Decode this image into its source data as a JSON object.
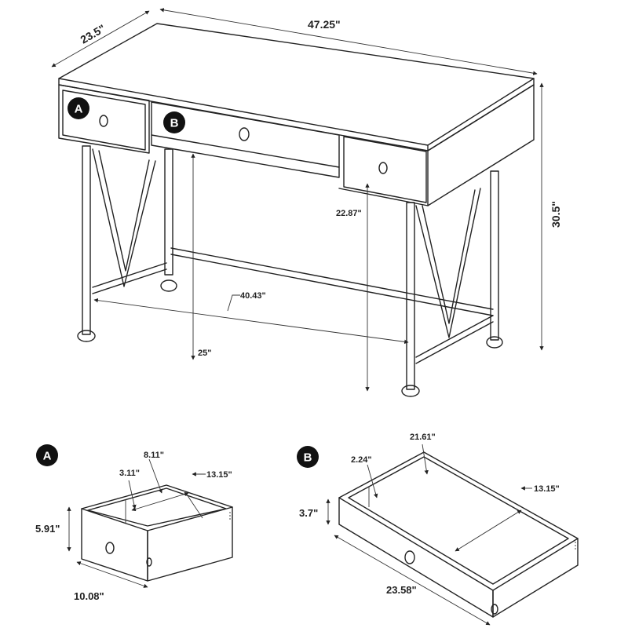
{
  "desk": {
    "depth": "23.5\"",
    "width": "47.25\"",
    "height": "30.5\"",
    "knee_height": "22.87\"",
    "crossbar_width": "40.43\"",
    "shelf_height": "25\""
  },
  "badges": {
    "a": "A",
    "b": "B"
  },
  "drawer_a": {
    "interior_depth": "8.11\"",
    "interior_height": "3.11\"",
    "length": "13.15\"",
    "front_height": "5.91\"",
    "front_width": "10.08\""
  },
  "drawer_b": {
    "interior_width": "21.61\"",
    "interior_height": "2.24\"",
    "length": "13.15\"",
    "front_height": "3.7\"",
    "front_width": "23.58\""
  }
}
